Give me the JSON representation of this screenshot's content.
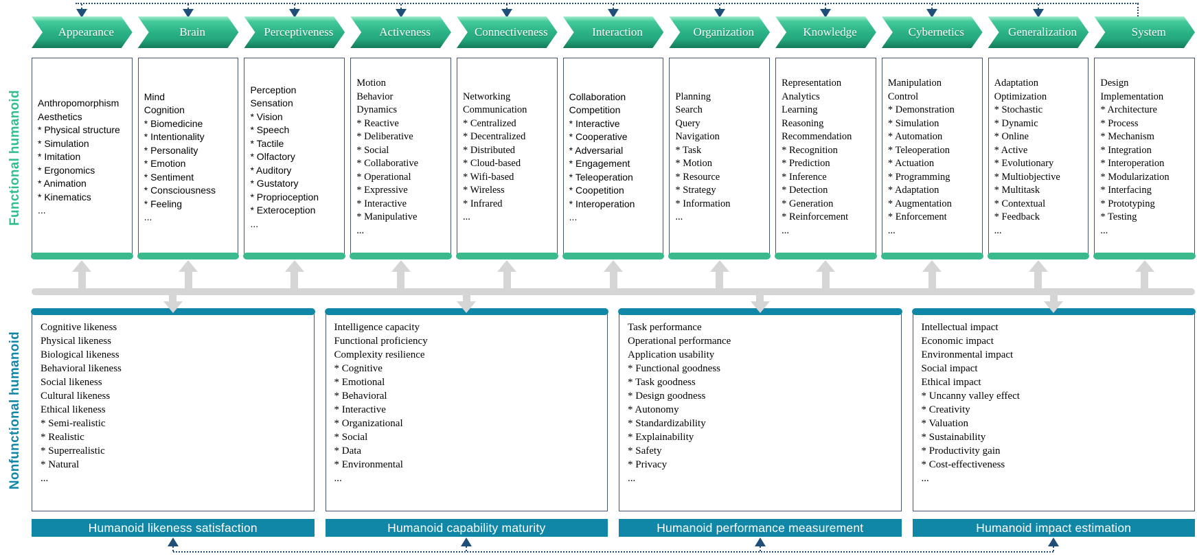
{
  "figure": {
    "functional_label": "Functional humanoid",
    "nonfunctional_label": "Nonfunctional humanoid"
  },
  "colors": {
    "func_green": "#2fbe8f",
    "bar_green": "#3bbb8d",
    "chevron_green": "#2bb286",
    "teal": "#1187a8",
    "navy": "#1f4e79",
    "border_navy": "#44546a",
    "gray": "#d5d5d5"
  },
  "functional_columns": [
    {
      "header": "Appearance",
      "items": [
        "Anthropomorphism",
        "Aesthetics",
        "* Physical structure",
        "* Simulation",
        "* Imitation",
        "* Ergonomics",
        "* Animation",
        "* Kinematics",
        "..."
      ]
    },
    {
      "header": "Brain",
      "items": [
        "Mind",
        "Cognition",
        "* Biomedicine",
        "* Intentionality",
        "* Personality",
        "* Emotion",
        "* Sentiment",
        "* Consciousness",
        "* Feeling",
        "..."
      ]
    },
    {
      "header": "Perceptiveness",
      "items": [
        "Perception",
        "Sensation",
        "* Vision",
        "* Speech",
        "* Tactile",
        "* Olfactory",
        "* Auditory",
        "* Gustatory",
        "* Proprioception",
        "* Exteroception",
        "..."
      ]
    },
    {
      "header": "Activeness",
      "items": [
        "Motion",
        "Behavior",
        "Dynamics",
        "* Reactive",
        "* Deliberative",
        "* Social",
        "* Collaborative",
        "* Operational",
        "* Expressive",
        "* Interactive",
        "* Manipulative",
        "..."
      ]
    },
    {
      "header": "Connectiveness",
      "items": [
        "Networking",
        "Communication",
        "* Centralized",
        "* Decentralized",
        "* Distributed",
        "* Cloud-based",
        "* Wifi-based",
        "* Wireless",
        "* Infrared",
        "..."
      ]
    },
    {
      "header": "Interaction",
      "items": [
        "Collaboration",
        "Competition",
        "* Interactive",
        "* Cooperative",
        "* Adversarial",
        "* Engagement",
        "* Teleoperation",
        "* Coopetition",
        "* Interoperation",
        "..."
      ]
    },
    {
      "header": "Organization",
      "items": [
        "Planning",
        "Search",
        "Query",
        "Navigation",
        "* Task",
        "* Motion",
        "* Resource",
        "* Strategy",
        "* Information",
        "..."
      ]
    },
    {
      "header": "Knowledge",
      "items": [
        "Representation",
        "Analytics",
        "Learning",
        "Reasoning",
        "Recommendation",
        "* Recognition",
        "* Prediction",
        "* Inference",
        "* Detection",
        "* Generation",
        "* Reinforcement",
        "..."
      ]
    },
    {
      "header": "Cybernetics",
      "items": [
        "Manipulation",
        "Control",
        "* Demonstration",
        "* Simulation",
        "* Automation",
        "* Teleoperation",
        "* Actuation",
        "* Programming",
        "* Adaptation",
        "* Augmentation",
        "* Enforcement",
        "..."
      ]
    },
    {
      "header": "Generalization",
      "items": [
        "Adaptation",
        "Optimization",
        "* Stochastic",
        "* Dynamic",
        "* Online",
        "* Active",
        "* Evolutionary",
        "* Multiobjective",
        "* Multitask",
        "* Contextual",
        "* Feedback",
        "..."
      ]
    },
    {
      "header": "System",
      "items": [
        "Design",
        "Implementation",
        "* Architecture",
        "* Process",
        "* Mechanism",
        "* Integration",
        "* Interoperation",
        "* Modularization",
        "* Interfacing",
        "* Prototyping",
        "* Testing",
        "..."
      ]
    }
  ],
  "nonfunctional_groups": [
    {
      "caption": "Humanoid likeness satisfaction",
      "items": [
        "Cognitive likeness",
        "Physical likeness",
        "Biological likeness",
        "Behavioral likeness",
        "Social likeness",
        "Cultural likeness",
        "Ethical likeness",
        "* Semi-realistic",
        "* Realistic",
        "* Superrealistic",
        "* Natural",
        "..."
      ]
    },
    {
      "caption": "Humanoid capability maturity",
      "items": [
        "Intelligence capacity",
        "Functional proficiency",
        "Complexity resilience",
        "* Cognitive",
        "* Emotional",
        "* Behavioral",
        "* Interactive",
        "* Organizational",
        "* Social",
        "* Data",
        "* Environmental",
        "..."
      ]
    },
    {
      "caption": "Humanoid performance measurement",
      "items": [
        "Task performance",
        "Operational performance",
        "Application usability",
        "* Functional goodness",
        "* Task goodness",
        "* Design goodness",
        "* Autonomy",
        "* Standardizability",
        "* Explainability",
        "* Safety",
        "* Privacy",
        "..."
      ]
    },
    {
      "caption": "Humanoid impact estimation",
      "items": [
        "Intellectual impact",
        "Economic impact",
        "Environmental impact",
        "Social impact",
        "Ethical impact",
        "* Uncanny valley effect",
        "* Creativity",
        "* Valuation",
        "* Sustainability",
        "* Productivity gain",
        "* Cost-effectiveness",
        "..."
      ]
    }
  ]
}
